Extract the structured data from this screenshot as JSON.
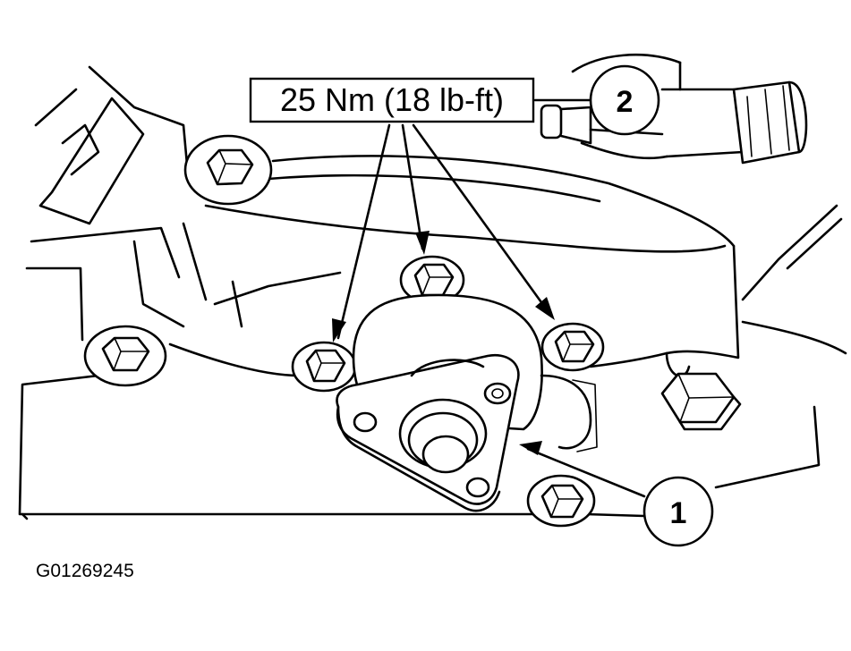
{
  "torque_callout": "25 Nm (18 lb-ft)",
  "callouts": [
    "1",
    "2"
  ],
  "figure_id": "G01269245"
}
